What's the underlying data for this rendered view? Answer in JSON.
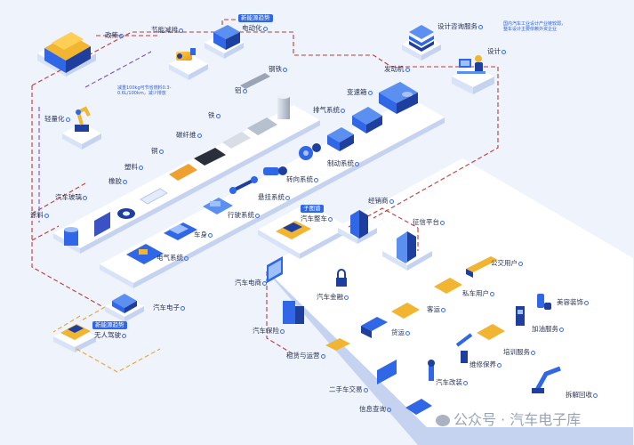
{
  "labels": {
    "policy": "政策",
    "energy_saving": "节能减排",
    "electrification": "电动化",
    "design_consulting": "设计咨询服务",
    "design": "设计",
    "engine": "发动机",
    "steel": "钢铁",
    "lightweight": "轻量化",
    "aluminum": "铝",
    "transmission": "变速箱",
    "iron": "铁",
    "exhaust": "排气系统",
    "carbon_fiber": "碳纤维",
    "copper": "铜",
    "plastic": "塑料",
    "brake": "制动系统",
    "rubber": "橡胶",
    "steering": "转向系统",
    "auto_glass": "汽车玻璃",
    "suspension": "悬挂系统",
    "coating": "涂料",
    "drive_system": "行驶系统",
    "vehicle": "汽车整车",
    "distributor": "经销商",
    "body": "车身",
    "evaluation": "征信平台",
    "electrical": "电气系统",
    "public_user": "公交用户",
    "auto_ecommerce": "汽车电商",
    "private_user": "私车用户",
    "auto_finance": "汽车金融",
    "auto_electronics": "汽车电子",
    "passenger": "客运",
    "beauty": "美容装饰",
    "auto_insurance": "汽车保险",
    "autonomous": "无人驾驶",
    "refuel": "加油服务",
    "freight": "货运",
    "leasing": "租赁与运营",
    "training": "培训服务",
    "maintenance": "维修保养",
    "used_car": "二手车交易",
    "modification": "汽车改装",
    "info_query": "信息查询",
    "dismantling": "拆解回收"
  },
  "badges": {
    "electrification_tag": "新能源趋势",
    "vehicle_tag": "子图谱",
    "autonomous_tag": "新能源趋势"
  },
  "notes": {
    "design_note": "国内汽车工业设计产业链较弱，整车设计主要依赖外资企业",
    "lightweight_note": "减重100kg可节省燃料0.3-0.6L/100km，减少排放"
  },
  "watermark": "公众号 · 汽车电子库",
  "colors": {
    "background": "#eef3fc",
    "platform_top": "#ffffff",
    "platform_left": "#d9e3f7",
    "platform_right": "#c5d3f0",
    "accent_blue": "#2f67e6",
    "dark_blue": "#1e3f9e",
    "route_red": "#c23a3a",
    "route_orange": "#f0a030",
    "gold": "#f2b531"
  },
  "icons": [
    "policy-board-icon",
    "energy-saving-drone-icon",
    "electrification-server-icon",
    "design-consulting-stack-icon",
    "designer-desk-icon",
    "robot-arm-icon",
    "engine-icon",
    "steel-beam-icon",
    "aluminum-cylinder-icon",
    "transmission-icon",
    "iron-plate-icon",
    "exhaust-pipe-icon",
    "carbon-fiber-sheet-icon",
    "copper-sheet-icon",
    "plastic-sheet-icon",
    "brake-gear-icon",
    "rubber-tire-icon",
    "steering-icon",
    "glass-pane-icon",
    "suspension-icon",
    "paint-bucket-icon",
    "drive-axle-icon",
    "car-icon",
    "distributor-building-icon",
    "evaluation-tower-icon",
    "bus-icon",
    "truck-icon",
    "wrench-icon",
    "jack-icon",
    "motherboard-icon",
    "chip-icon",
    "gas-pump-icon",
    "seat-icon",
    "lock-icon"
  ]
}
